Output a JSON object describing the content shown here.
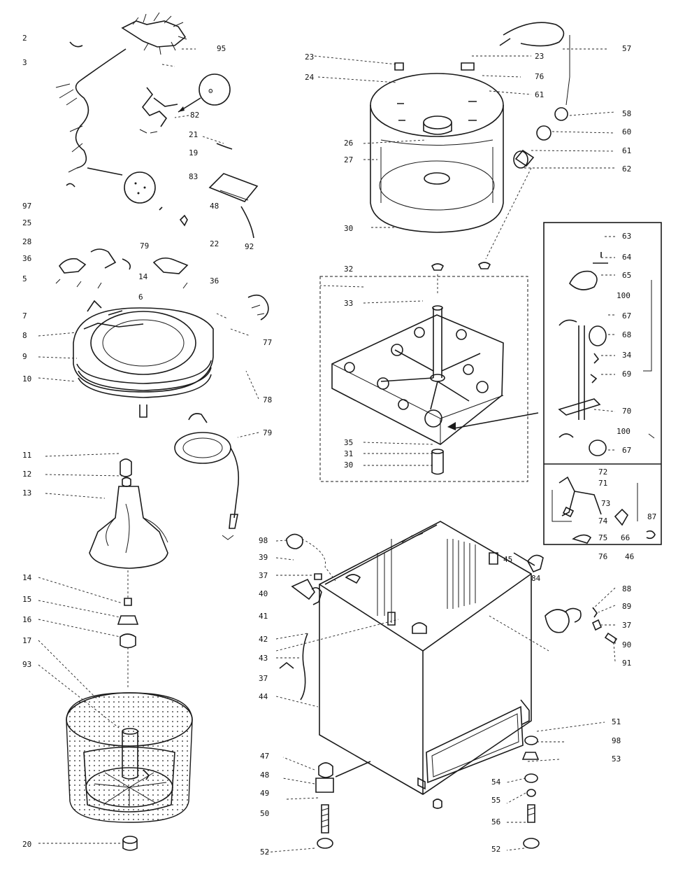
{
  "labels": {
    "c_2": "2",
    "c_3": "3",
    "c_95": "95",
    "c_82": "82",
    "c_21": "21",
    "c_19": "19",
    "c_83": "83",
    "c_48": "48",
    "c_92": "92",
    "c_97": "97",
    "c_25": "25",
    "c_28": "28",
    "c_36a": "36",
    "c_79a": "79",
    "c_22": "22",
    "c_14a": "14",
    "c_5": "5",
    "c_6": "6",
    "c_36b": "36",
    "c_7": "7",
    "c_8": "8",
    "c_9": "9",
    "c_10": "10",
    "c_77": "77",
    "c_78": "78",
    "c_79b": "79",
    "c_11": "11",
    "c_12": "12",
    "c_13": "13",
    "c_14b": "14",
    "c_15": "15",
    "c_16": "16",
    "c_17": "17",
    "c_93": "93",
    "c_20": "20",
    "c_23a": "23",
    "c_24": "24",
    "c_23b": "23",
    "c_76a": "76",
    "c_61a": "61",
    "c_57": "57",
    "c_58": "58",
    "c_26": "26",
    "c_27": "27",
    "c_60": "60",
    "c_61b": "61",
    "c_62": "62",
    "c_30a": "30",
    "c_32": "32",
    "c_33": "33",
    "c_35": "35",
    "c_31": "31",
    "c_30b": "30",
    "c_63": "63",
    "c_64": "64",
    "c_65": "65",
    "c_100a": "100",
    "c_67a": "67",
    "c_68a": "68",
    "c_34": "34",
    "c_69": "69",
    "c_70": "70",
    "c_100b": "100",
    "c_67b": "67",
    "c_72": "72",
    "c_71": "71",
    "c_73": "73",
    "c_74": "74",
    "c_75": "75",
    "c_66": "66",
    "c_76b": "76",
    "c_46a": "46",
    "c_87": "87",
    "c_98a": "98",
    "c_39": "39",
    "c_37a": "37",
    "c_40": "40",
    "c_41": "41",
    "c_42": "42",
    "c_43": "43",
    "c_37b": "37",
    "c_44": "44",
    "c_45": "45",
    "c_84": "84",
    "c_88": "88",
    "c_89": "89",
    "c_37c": "37",
    "c_90": "90",
    "c_91": "91",
    "c_51": "51",
    "c_98b": "98",
    "c_53": "53",
    "c_54": "54",
    "c_55": "55",
    "c_56": "56",
    "c_52a": "52",
    "c_47": "47",
    "c_48b": "48",
    "c_49": "49",
    "c_50": "50",
    "c_52b": "52"
  }
}
